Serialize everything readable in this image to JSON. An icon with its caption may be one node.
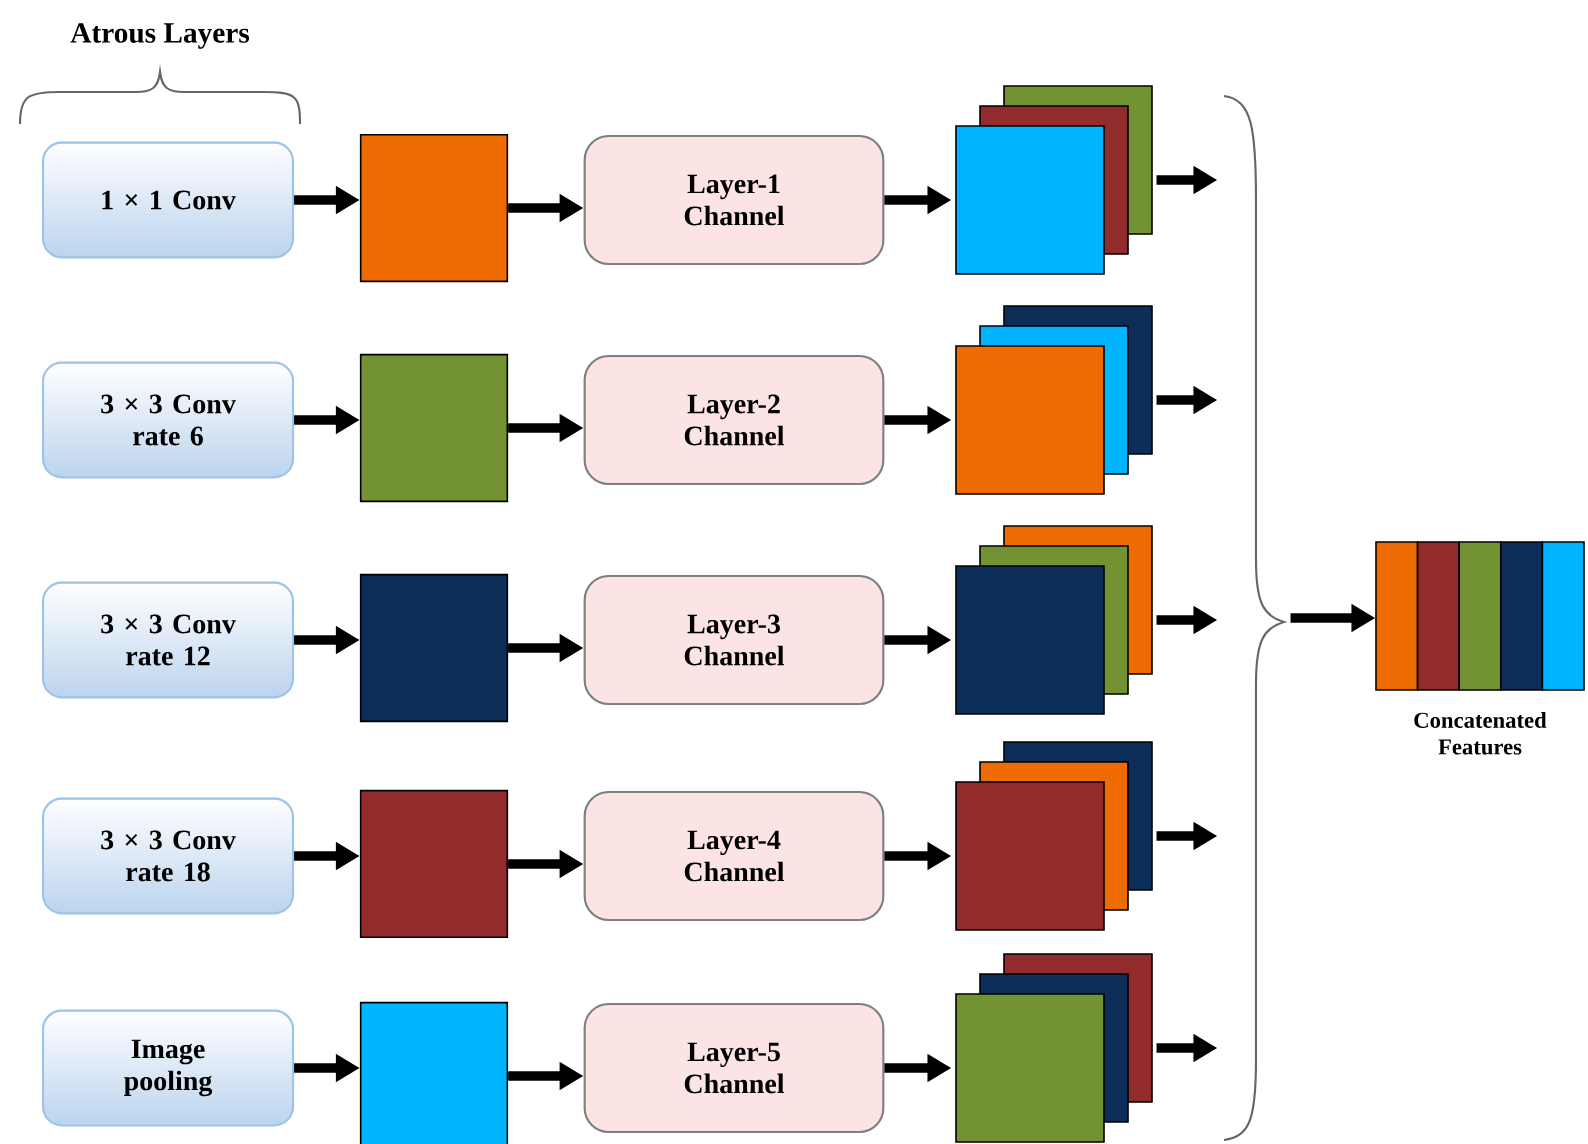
{
  "diagram": {
    "nodes": [
      {
        "text": [
          "1 × 1 Conv"
        ]
      },
      {
        "text": [],
        "shape": "box"
      },
      {
        "text": [
          "Layer-1 Channel"
        ]
      },
      {
        "text": [],
        "shape": "stack"
      },
      {
        "text": [
          "3 × 3 Conv rate 6"
        ]
      },
      {
        "text": [],
        "shape": "box"
      },
      {
        "text": [
          "Layer-2 Channel"
        ]
      },
      {
        "text": [],
        "shape": "stack"
      },
      {
        "text": [
          "3 × 3 Conv rate 12"
        ]
      },
      {
        "text": [],
        "shape": "box"
      },
      {
        "text": [
          "Layer-3 Channel"
        ]
      },
      {
        "text": [],
        "shape": "stack"
      },
      {
        "text": [
          "3 × 3 Conv rate 18"
        ]
      },
      {
        "text": [],
        "shape": "box"
      },
      {
        "text": [
          "Layer-4 Channel"
        ]
      },
      {
        "text": [],
        "shape": "stack"
      },
      {
        "text": [
          "Image pooling"
        ]
      },
      {
        "text": [],
        "shape": "box"
      },
      {
        "text": [
          "Layer-5 Channel"
        ]
      },
      {
        "text": [],
        "shape": "stack"
      },
      {
        "text": [],
        "shape": "brace"
      },
      {
        "text": [],
        "shape": "bar",
        "beside": [
          "Concatenated Features"
        ]
      }
    ],
    "edges": [
      {
        "from": 0,
        "to": 1,
        "arrow": "to"
      },
      {
        "from": 1,
        "to": 2,
        "arrow": "to"
      },
      {
        "from": 2,
        "to": 3,
        "arrow": "to"
      },
      {
        "from": 3,
        "to": 20,
        "arrow": "to"
      },
      {
        "from": 4,
        "to": 5,
        "arrow": "to"
      },
      {
        "from": 5,
        "to": 6,
        "arrow": "to"
      },
      {
        "from": 6,
        "to": 7,
        "arrow": "to"
      },
      {
        "from": 7,
        "to": 20,
        "arrow": "to"
      },
      {
        "from": 8,
        "to": 9,
        "arrow": "to"
      },
      {
        "from": 9,
        "to": 10,
        "arrow": "to"
      },
      {
        "from": 10,
        "to": 11,
        "arrow": "to"
      },
      {
        "from": 11,
        "to": 20,
        "arrow": "to"
      },
      {
        "from": 12,
        "to": 13,
        "arrow": "to"
      },
      {
        "from": 13,
        "to": 14,
        "arrow": "to"
      },
      {
        "from": 14,
        "to": 15,
        "arrow": "to"
      },
      {
        "from": 15,
        "to": 20,
        "arrow": "to"
      },
      {
        "from": 16,
        "to": 17,
        "arrow": "to"
      },
      {
        "from": 17,
        "to": 18,
        "arrow": "to"
      },
      {
        "from": 18,
        "to": 19,
        "arrow": "to"
      },
      {
        "from": 19,
        "to": 20,
        "arrow": "to"
      },
      {
        "from": 20,
        "to": 21,
        "arrow": "to"
      }
    ],
    "labels": [
      "Atrous Layers"
    ]
  }
}
